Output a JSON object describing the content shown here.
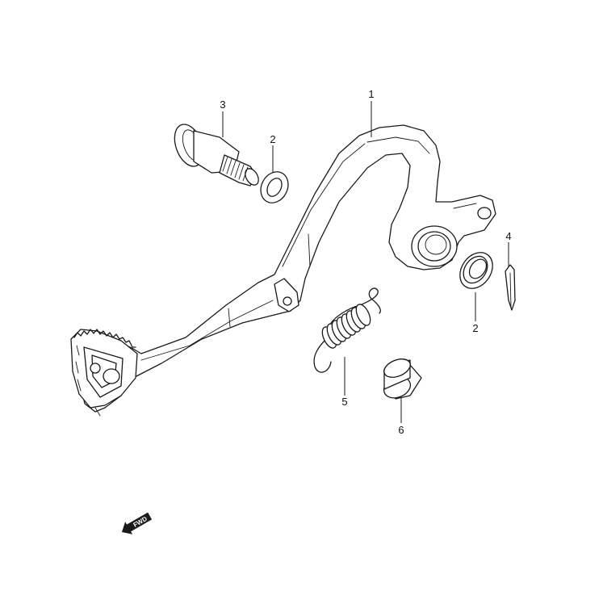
{
  "callouts": [
    {
      "id": "1",
      "label": "1"
    },
    {
      "id": "3",
      "label": "3"
    },
    {
      "id": "2a",
      "label": "2"
    },
    {
      "id": "4",
      "label": "4"
    },
    {
      "id": "2b",
      "label": "2"
    },
    {
      "id": "5",
      "label": "5"
    },
    {
      "id": "6",
      "label": "6"
    }
  ],
  "direction_marker": {
    "label": "FWD",
    "icon": "forward-arrow-icon"
  }
}
